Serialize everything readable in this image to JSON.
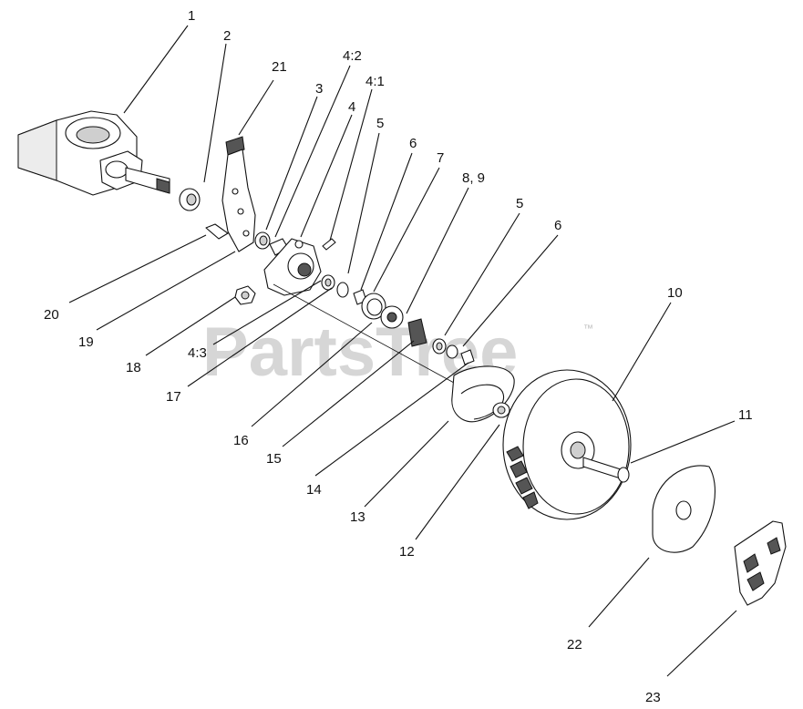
{
  "watermark": {
    "text": "PartsTree",
    "trademark": "™"
  },
  "callouts": [
    {
      "id": "c1",
      "label": "1"
    },
    {
      "id": "c2",
      "label": "2"
    },
    {
      "id": "c21",
      "label": "21"
    },
    {
      "id": "c3",
      "label": "3"
    },
    {
      "id": "c42",
      "label": "4:2"
    },
    {
      "id": "c41",
      "label": "4:1"
    },
    {
      "id": "c4",
      "label": "4"
    },
    {
      "id": "c5a",
      "label": "5"
    },
    {
      "id": "c6a",
      "label": "6"
    },
    {
      "id": "c7",
      "label": "7"
    },
    {
      "id": "c89",
      "label": "8, 9"
    },
    {
      "id": "c5b",
      "label": "5"
    },
    {
      "id": "c6b",
      "label": "6"
    },
    {
      "id": "c10",
      "label": "10"
    },
    {
      "id": "c11",
      "label": "11"
    },
    {
      "id": "c20",
      "label": "20"
    },
    {
      "id": "c19",
      "label": "19"
    },
    {
      "id": "c18",
      "label": "18"
    },
    {
      "id": "c43",
      "label": "4:3"
    },
    {
      "id": "c17",
      "label": "17"
    },
    {
      "id": "c16",
      "label": "16"
    },
    {
      "id": "c15",
      "label": "15"
    },
    {
      "id": "c14",
      "label": "14"
    },
    {
      "id": "c13",
      "label": "13"
    },
    {
      "id": "c12",
      "label": "12"
    },
    {
      "id": "c22",
      "label": "22"
    },
    {
      "id": "c23",
      "label": "23"
    }
  ]
}
